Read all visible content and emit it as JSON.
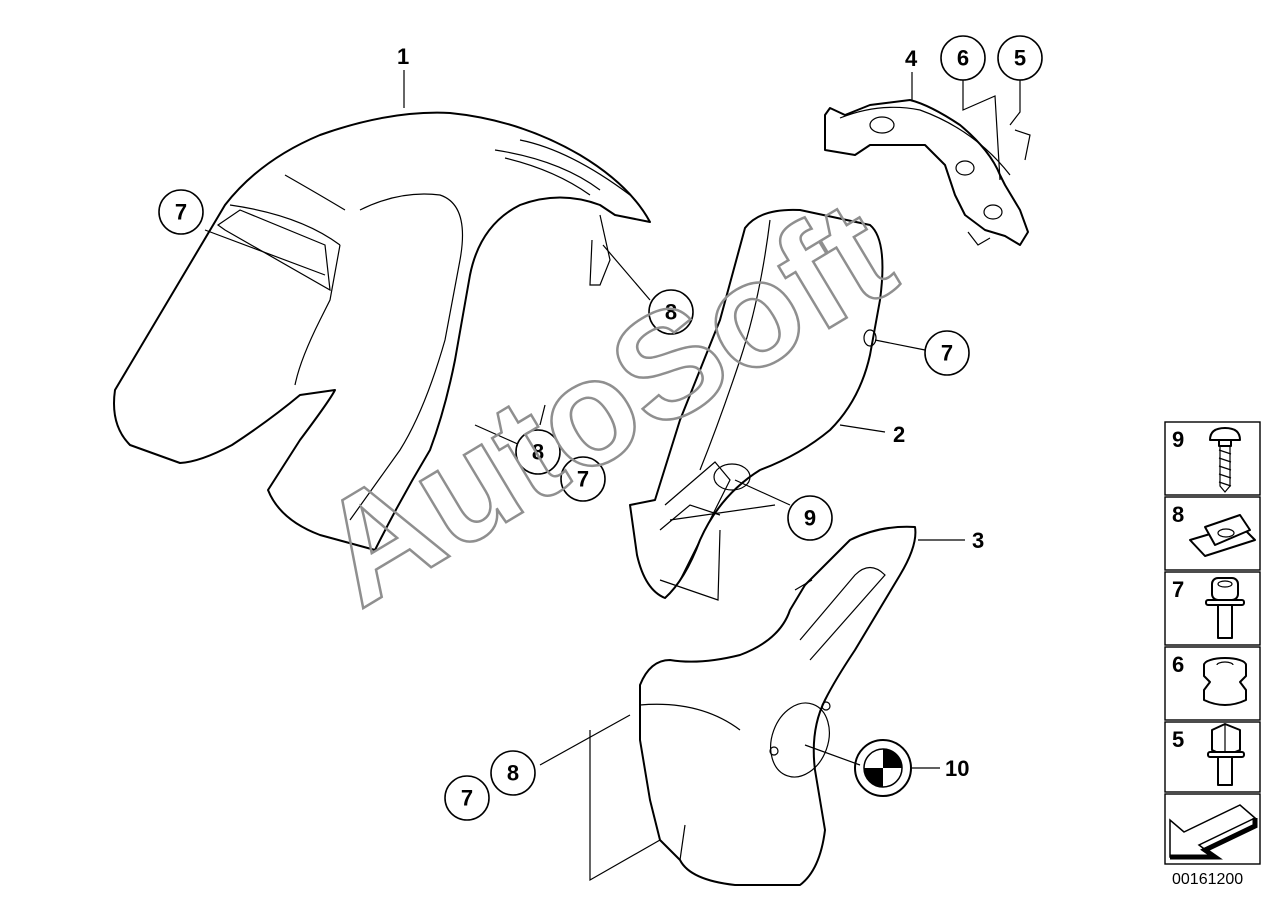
{
  "watermark": "AutoSoft",
  "reference_code": "00161200",
  "callouts": {
    "c1": "1",
    "c2": "2",
    "c3": "3",
    "c4": "4",
    "c5": "5",
    "c6": "6",
    "c7a": "7",
    "c7b": "7",
    "c7c": "7",
    "c7d": "7",
    "c8a": "8",
    "c8b": "8",
    "c8c": "8",
    "c9": "9",
    "c10": "10"
  },
  "legend": {
    "items": [
      {
        "number": "9",
        "part": "screw-icon"
      },
      {
        "number": "8",
        "part": "clip-nut-icon"
      },
      {
        "number": "7",
        "part": "hex-socket-bolt-icon"
      },
      {
        "number": "6",
        "part": "rubber-grommet-icon"
      },
      {
        "number": "5",
        "part": "hex-bolt-icon"
      }
    ],
    "arrow": "direction-arrow-icon"
  },
  "emblem": "bmw-roundel-icon"
}
